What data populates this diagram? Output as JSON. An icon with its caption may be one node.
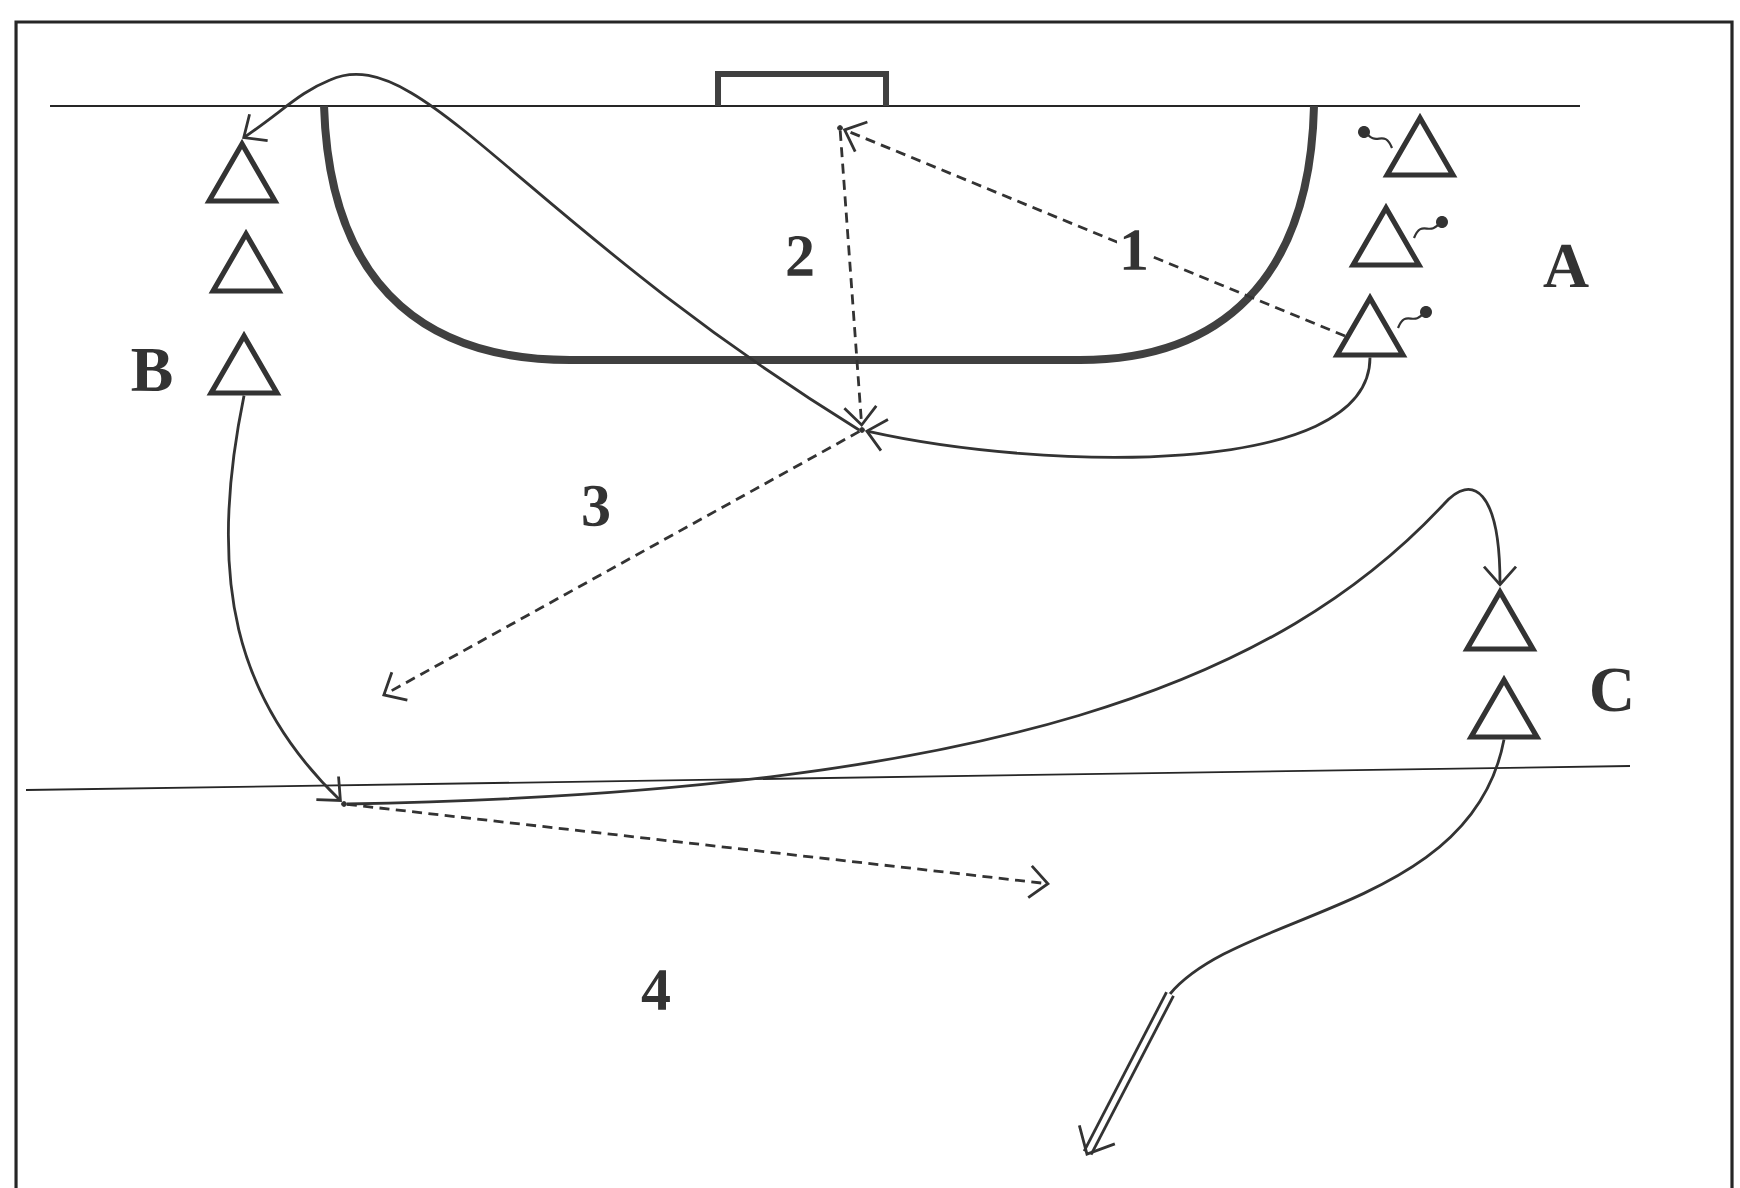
{
  "diagram": {
    "nodes": [
      {
        "text": [],
        "shape": "triangle"
      },
      {
        "text": [],
        "shape": "triangle"
      },
      {
        "text": [],
        "shape": "triangle"
      },
      {
        "text": [],
        "shape": "triangle"
      },
      {
        "text": [],
        "shape": "triangle"
      },
      {
        "text": [],
        "shape": "triangle"
      },
      {
        "text": [],
        "shape": "triangle"
      },
      {
        "text": [],
        "shape": "triangle"
      },
      {
        "text": [],
        "shape": "point"
      },
      {
        "text": [],
        "shape": "point"
      },
      {
        "text": [],
        "shape": "point"
      }
    ],
    "edges": [
      {
        "from": 2,
        "to": 8,
        "arrow": "to",
        "style": "dashed",
        "label": "1"
      },
      {
        "from": 8,
        "to": 9,
        "arrow": "to",
        "style": "dashed",
        "label": "2"
      },
      {
        "from": 2,
        "to": 9,
        "arrow": "to"
      },
      {
        "from": 9,
        "to": 3,
        "arrow": "to"
      },
      {
        "from": 9,
        "to": null,
        "arrow": "to",
        "style": "dashed",
        "label": "3"
      },
      {
        "from": 5,
        "to": 10,
        "arrow": "to"
      },
      {
        "from": 10,
        "to": null,
        "arrow": "to",
        "style": "dashed",
        "label": "4"
      },
      {
        "from": 10,
        "to": 6,
        "arrow": "to"
      },
      {
        "from": 7,
        "to": null,
        "arrow": "to"
      }
    ],
    "labels": [
      "A",
      "B",
      "C"
    ]
  }
}
